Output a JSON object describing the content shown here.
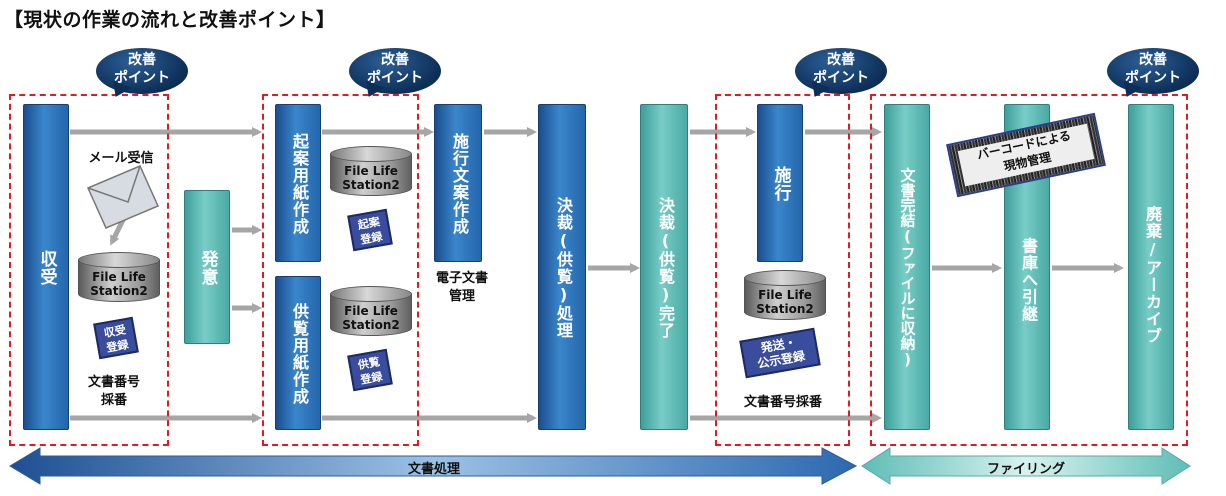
{
  "title": "【現状の作業の流れと改善ポイント】",
  "kaizen_point": [
    "改善",
    "ポイント"
  ],
  "pillars": {
    "jyuju": "収受",
    "hatsui": "発意",
    "kian": "起案用紙作成",
    "kyoran": "供覧用紙作成",
    "shiko_bunan": "施行文案作成",
    "kessai": "決裁(供覧)処理",
    "kessai_kanryo": "決裁(供覧)完了",
    "shiko": "施行",
    "bunsho_kanketsu": "文書完結(ファイルに収納)",
    "shoko": "書庫へ引継",
    "haiki": "廃棄/アーカイブ"
  },
  "labels": {
    "mail": "メール受信",
    "bunsho_bango": [
      "文書番号",
      "採番"
    ],
    "denshi": [
      "電子文書",
      "管理"
    ],
    "bunsho_bango2": "文書番号採番"
  },
  "db_label": [
    "File Life",
    "Station2"
  ],
  "stamps": {
    "jyuju": [
      "収受",
      "登録"
    ],
    "kian": [
      "起案",
      "登録"
    ],
    "kyoran": [
      "供覧",
      "登録"
    ],
    "hasso": [
      "発送・",
      "公示登録"
    ]
  },
  "barcode": [
    "バーコードによる",
    "現物管理"
  ],
  "bottom": {
    "bunsho_shori": "文書処理",
    "filing": "ファイリング"
  },
  "colors": {
    "blue_pillar": "#2466ab",
    "teal_pillar": "#4aa9a3",
    "dash_red": "#e11b22",
    "arrow_gray": "#a6a6a6",
    "bottom_blue": "#3c74b8",
    "bottom_teal": "#7fd0c8"
  },
  "icons": [
    "envelope-icon",
    "database-icon",
    "cloud-callout-icon",
    "barcode-icon"
  ]
}
